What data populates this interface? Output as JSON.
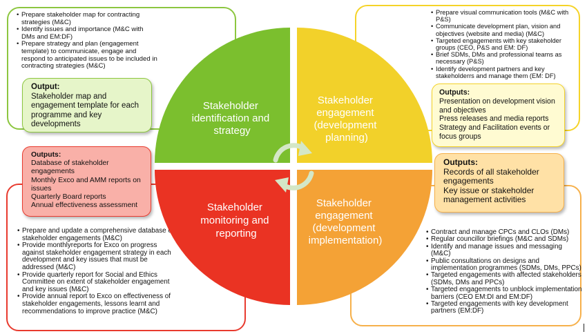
{
  "quadrants": {
    "top_left": {
      "label_lines": [
        "Stakeholder",
        "identification and",
        "strategy"
      ],
      "fill": "#7bbf2e",
      "tasks": [
        "Prepare stakeholder map for contracting strategies (M&C)",
        "Identify issues and importance (M&C with DMs and EM:DF)",
        "Prepare strategy and plan (engagement template) to communicate, engage and respond  to anticipated issues  to be included in contracting strategies (M&C)"
      ],
      "output_heading": "Output:",
      "output_lines": [
        "Stakeholder map and engagement template for each programme and key developments"
      ]
    },
    "top_right": {
      "label_lines": [
        "Stakeholder",
        "engagement",
        "(development",
        "planning)"
      ],
      "fill": "#f2d12a",
      "tasks": [
        "Prepare visual communication tools (M&C with P&S)",
        "Communicate development plan, vision and objectives (website and media) (M&C)",
        "Targeted engagements with key stakeholder groups (CEO, P&S and EM: DF)",
        "Brief SDMs, DMs and professional teams as necessary (P&S)",
        "Identify development partners and key stakeholderrs and manage them (EM: DF)"
      ],
      "output_heading": "Outputs:",
      "output_lines": [
        "Presentation on development vision and objectives",
        "Press releases and media reports",
        "Strategy and Facilitation events or focus groups"
      ]
    },
    "bottom_left": {
      "label_lines": [
        "Stakeholder",
        "monitoring and",
        "reporting"
      ],
      "fill": "#ea3323",
      "tasks": [
        "Prepare and update a comprehensive database of stakeholder engagements (M&C)",
        "Provide monthlyreports for Exco on progress against stakeholder engagement strategy in each development  and key issues that must be addressed (M&C)",
        "Provide quarterly report for Social and Ethics Committee on extent of stakeholder engagement and key issues (M&C)",
        "Provide annual report to Exco on  effectiveness of stakeholder engagements, lessons learnt and recommendations to improve practice (M&C)"
      ],
      "output_heading": "Outputs:",
      "output_lines": [
        "Database  of stakeholder engagements",
        "Monthly Exco and AMM reports on issues",
        "Quarterly Board reports",
        "Annual effectiveness assessment"
      ]
    },
    "bottom_right": {
      "label_lines": [
        "Stakeholder",
        "engagement",
        "(development",
        "implementation)"
      ],
      "fill": "#f4a236",
      "tasks": [
        "Contract and manage CPCs and CLOs (DMs)",
        "Regular councillor briefings (M&C and SDMs)",
        "Identify and manage issues  and messaging (M&C)",
        "Public consultations on designs and implementation programmes (SDMs, DMs, PPCs)",
        "Targeted engagements with affected stakeholders (SDMs, DMs and PPCs)",
        "Targeted engagements to unblock implementation barriers (CEO EM:DI and EM:DF)",
        "Targeted engagements with key development partners (EM:DF)"
      ],
      "output_heading": "Outputs:",
      "output_lines": [
        "Records of all stakeholder engagements",
        "Key issue or stakeholder management activities"
      ]
    }
  },
  "colors": {
    "green_border": "#8cc63f",
    "yellow_border": "#f5d328",
    "red_border": "#e83a2e",
    "orange_border": "#f6b04a",
    "green_box": "#e6f5c9",
    "yellow_box": "#fffbd2",
    "red_box": "#f9b0a8",
    "orange_box": "#ffe1a6",
    "cycle_arrow": "#d4e7c7"
  }
}
